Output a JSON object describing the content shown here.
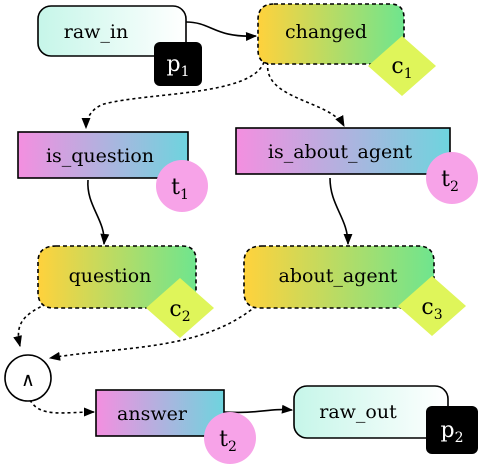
{
  "nodes": {
    "raw_in": {
      "label": "raw_in",
      "badge": "p",
      "badge_sub": "1"
    },
    "changed": {
      "label": "changed",
      "badge": "c",
      "badge_sub": "1"
    },
    "is_question": {
      "label": "is_question",
      "badge": "t",
      "badge_sub": "1"
    },
    "is_about_agent": {
      "label": "is_about_agent",
      "badge": "t",
      "badge_sub": "2"
    },
    "question": {
      "label": "question",
      "badge": "c",
      "badge_sub": "2"
    },
    "about_agent": {
      "label": "about_agent",
      "badge": "c",
      "badge_sub": "3"
    },
    "and_node": {
      "symbol": "∧"
    },
    "answer": {
      "label": "answer",
      "badge": "t",
      "badge_sub": "2"
    },
    "raw_out": {
      "label": "raw_out",
      "badge": "p",
      "badge_sub": "2"
    }
  },
  "colors": {
    "port_badge": "#000000",
    "channel_badge": "#dff55a",
    "transform_badge": "#f7a3e8",
    "port_gradient": [
      "#c6f6e9",
      "#ffffff"
    ],
    "channel_gradient": [
      "#ffd23c",
      "#6fe58e"
    ],
    "transform_gradient": [
      "#f48fe0",
      "#6ed4de"
    ]
  }
}
